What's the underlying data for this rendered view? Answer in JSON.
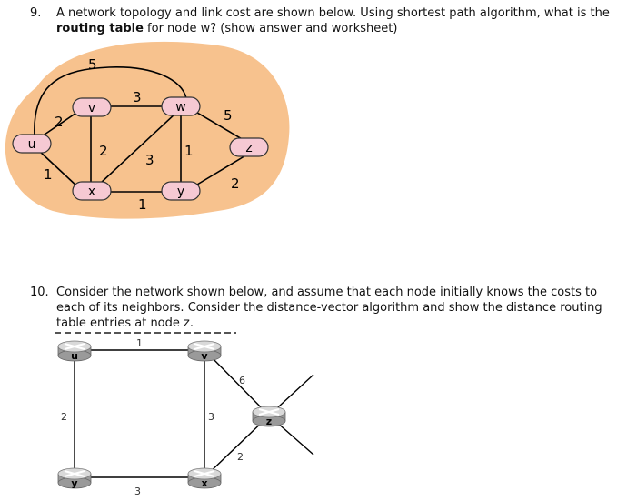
{
  "q9": {
    "number": "9.",
    "line1": "A network topology and link cost are shown below.  Using shortest path algorithm, what is the",
    "line2_bold": "routing table",
    "line2_rest": " for node w?  (show answer and worksheet)"
  },
  "q10": {
    "number": "10.",
    "line1": "Consider the network shown below, and assume that each node initially knows the costs to",
    "line2": "each of its neighbors. Consider the distance-vector algorithm and show the distance routing",
    "line3": "table entries at node z."
  },
  "graph1": {
    "blob_color": "#f7c28e",
    "node_color": "#f6c9d3",
    "nodes": {
      "u": "u",
      "v": "v",
      "w": "w",
      "x": "x",
      "y": "y",
      "z": "z"
    },
    "costs": {
      "u_w": "5",
      "v_w": "3",
      "u_v": "2",
      "v_x": "2",
      "x_w": "3",
      "w_y": "1",
      "w_z": "5",
      "y_z": "2",
      "u_x": "1",
      "x_y": "1"
    }
  },
  "graph2": {
    "nodes": {
      "u": "u",
      "v": "v",
      "x": "x",
      "y": "y",
      "z": "z"
    },
    "costs": {
      "u_v": "1",
      "v_z": "6",
      "u_y": "2",
      "v_x": "3",
      "x_z": "2",
      "y_x": "3"
    }
  }
}
